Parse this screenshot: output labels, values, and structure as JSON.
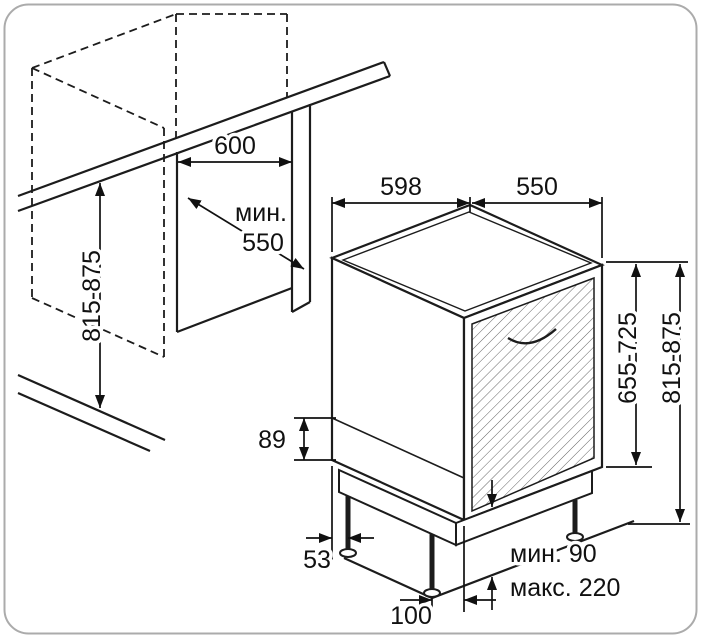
{
  "labels": {
    "niche_width": "600",
    "niche_depth_line1": "мин.",
    "niche_depth_line2": "550",
    "appliance_width": "598",
    "appliance_depth": "550",
    "niche_height": "815-875",
    "appliance_height": "655-725",
    "total_height": "815-875",
    "base_height": "89",
    "side_foot_offset": "53",
    "front_foot_offset": "100",
    "plinth_min": "мин. 90",
    "plinth_max": "макс. 220"
  },
  "colors": {
    "line": "#1c1c1c",
    "dimension": "#111111",
    "hatch": "#666666",
    "border": "#ababab",
    "background": "#ffffff"
  }
}
